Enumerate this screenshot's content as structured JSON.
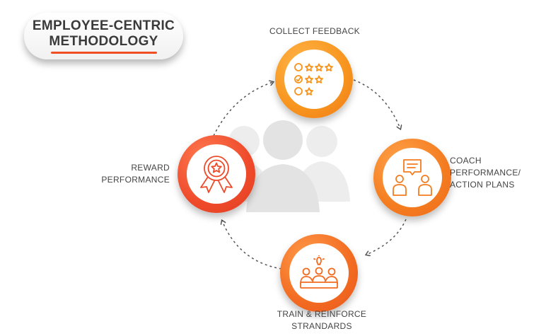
{
  "title": {
    "line1": "EMPLOYEE-CENTRIC",
    "line2": "METHODOLOGY"
  },
  "steps": [
    {
      "label_lines": [
        "COLLECT FEEDBACK"
      ],
      "icon": "star-rating-icon"
    },
    {
      "label_lines": [
        "COACH",
        "PERFORMANCE/",
        "ACTION PLANS"
      ],
      "icon": "coaching-conversation-icon"
    },
    {
      "label_lines": [
        "TRAIN & REINFORCE",
        "STRANDARDS"
      ],
      "icon": "team-meeting-icon"
    },
    {
      "label_lines": [
        "REWARD",
        "PERFORMANCE"
      ],
      "icon": "award-ribbon-icon"
    }
  ],
  "colors": {
    "accent_underline": "#f04e23",
    "feedback": "#f7941d",
    "coach": "#f47c20",
    "train": "#f26b21",
    "reward": "#ee4a2a",
    "arrow": "#555555",
    "background_people": "#eeeeee"
  }
}
